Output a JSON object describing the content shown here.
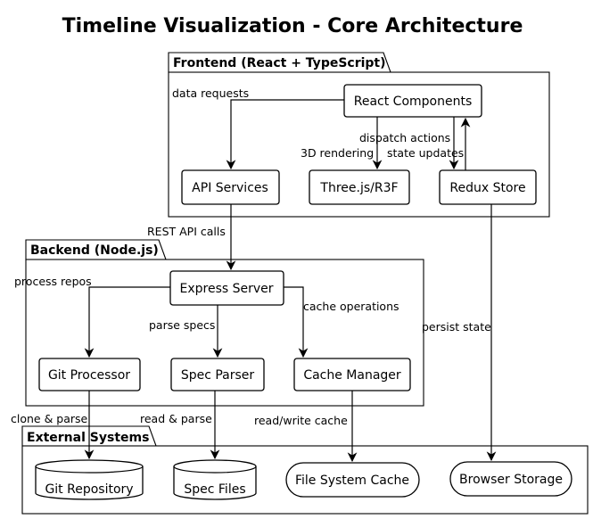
{
  "diagram": {
    "title": "Timeline Visualization - Core Architecture",
    "packages": {
      "frontend": "Frontend (React + TypeScript)",
      "backend": "Backend (Node.js)",
      "external": "External Systems"
    },
    "nodes": {
      "react_components": "React Components",
      "api_services": "API Services",
      "threejs": "Three.js/R3F",
      "redux_store": "Redux Store",
      "express_server": "Express Server",
      "git_processor": "Git Processor",
      "spec_parser": "Spec Parser",
      "cache_manager": "Cache Manager",
      "git_repository": "Git Repository",
      "spec_files": "Spec Files",
      "fs_cache": "File System Cache",
      "browser_storage": "Browser Storage"
    },
    "edges": {
      "data_requests": "data requests",
      "rendering_3d": "3D rendering",
      "dispatch_actions": "dispatch actions",
      "state_updates": "state updates",
      "rest_api_calls": "REST API calls",
      "process_repos": "process repos",
      "parse_specs": "parse specs",
      "cache_operations": "cache operations",
      "persist_state": "persist state",
      "clone_parse": "clone & parse",
      "read_parse": "read & parse",
      "read_write_cache": "read/write cache"
    }
  }
}
